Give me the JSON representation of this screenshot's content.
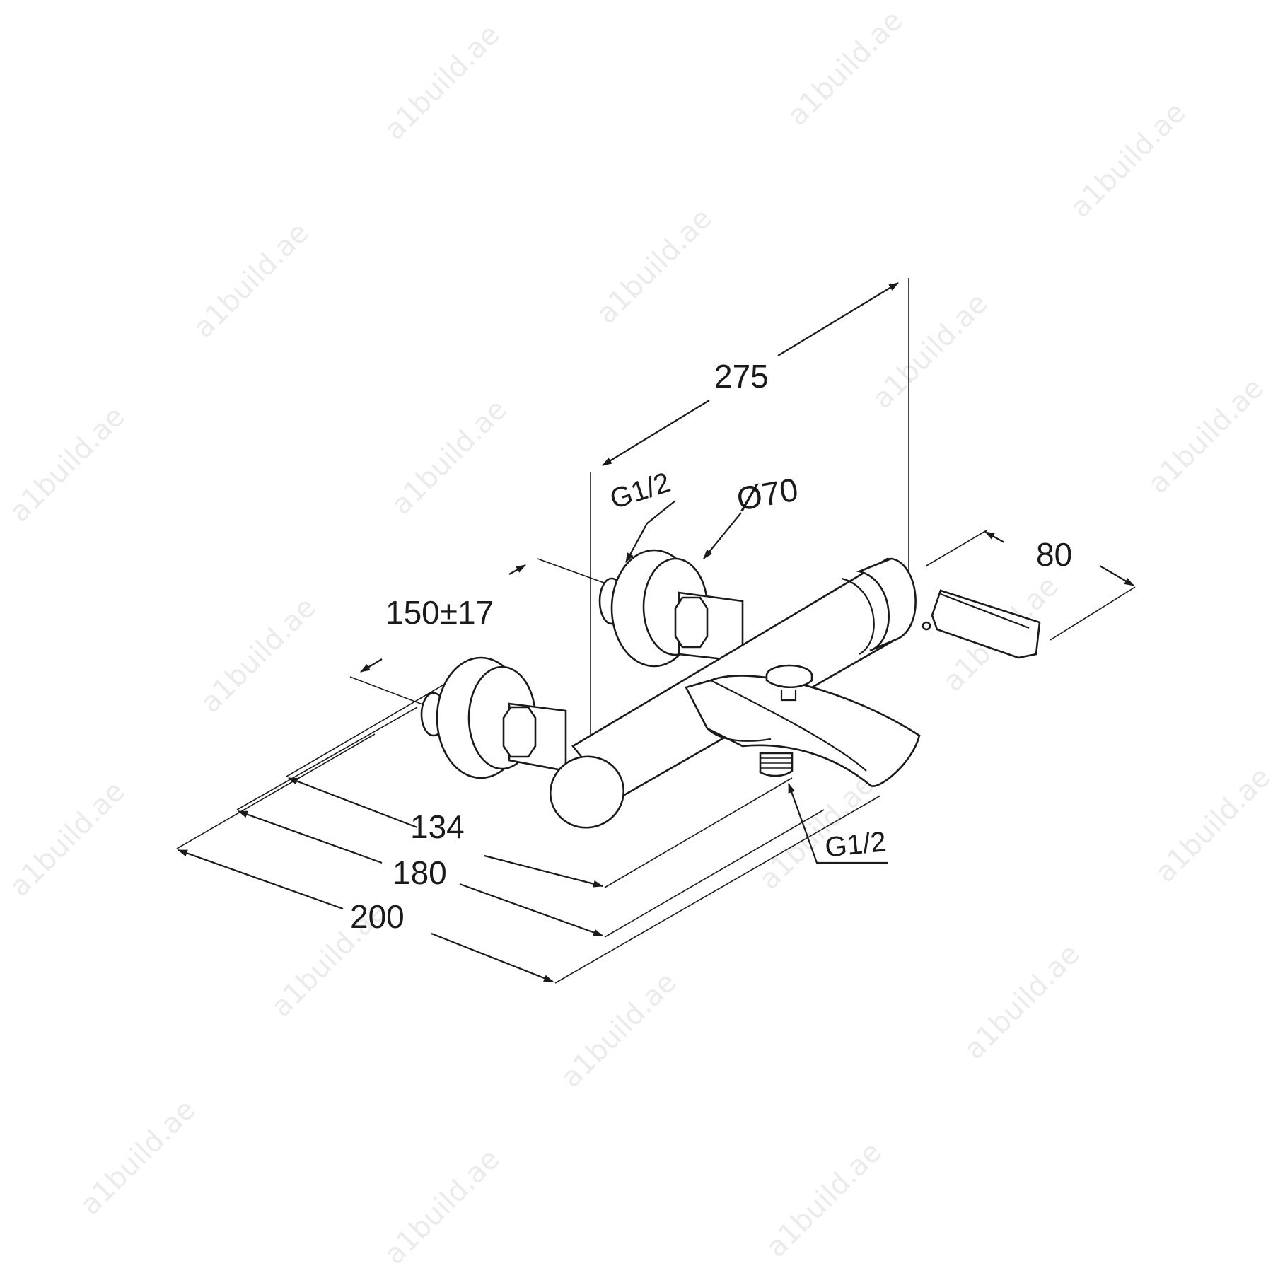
{
  "dimensions": {
    "depth_275": "275",
    "thread_top": "G1/2",
    "knob_diameter": "Ø70",
    "lever_80": "80",
    "centres": "150±17",
    "len_134": "134",
    "len_180": "180",
    "len_200": "200",
    "thread_bottom": "G1/2"
  },
  "watermark": "a1build.ae",
  "colors": {
    "line": "#1a1a1a",
    "background": "#ffffff"
  }
}
